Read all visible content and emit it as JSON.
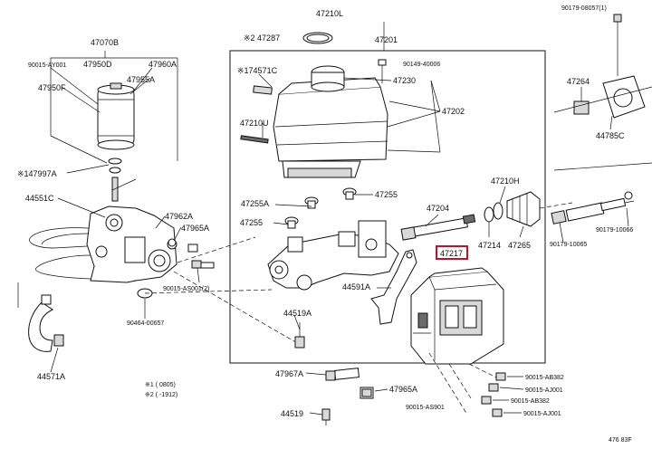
{
  "labels": {
    "p47210L": "47210L",
    "p90179_08057": "90179-08057(1)",
    "p47287": "※2 47287",
    "p47201": "47201",
    "p47070B": "47070B",
    "p90015_AY001": "90015-AY001",
    "p47950D": "47950D",
    "p47960A": "47960A",
    "p47950F": "47950F",
    "p47955A": "47955A",
    "p174571C": "※174571C",
    "p90149_40006": "90149-40006",
    "p47230": "47230",
    "p47202": "47202",
    "p47264": "47264",
    "p47785C": "44785C",
    "p47210U": "47210U",
    "p147997A": "※147997A",
    "p44551C": "44551C",
    "p47255A": "47255A",
    "p47255_top": "47255",
    "p47210H": "47210H",
    "p47204": "47204",
    "p47255_left": "47255",
    "p47214": "47214",
    "p47265": "47265",
    "p90179_10065": "90179-10065",
    "p90179_10066": "90179-10066",
    "p47962A": "47962A",
    "p47965A_top": "47965A",
    "p47217": "47217",
    "p44591A": "44591A",
    "p90015_AS001_2": "90015-AS001(2)",
    "p90464_00657": "90464-00657",
    "p44519A": "44519A",
    "p44571A": "44571A",
    "p90015_AB382_a": "90015-AB382",
    "p90015_AJ001_a": "90015-AJ001",
    "p90015_AB382_b": "90015-AB382",
    "p90015_AJ001_b": "90015-AJ001",
    "p47967A": "47967A",
    "p47965A_bot": "47965A",
    "p90015_AS901": "90015-AS901",
    "p44519": "44519",
    "note1": "※1 (    0805)",
    "note2": "※2 (    -1912)",
    "figure_code": "476 83F"
  },
  "highlight": {
    "part": "47217",
    "color": "#c0102a"
  }
}
